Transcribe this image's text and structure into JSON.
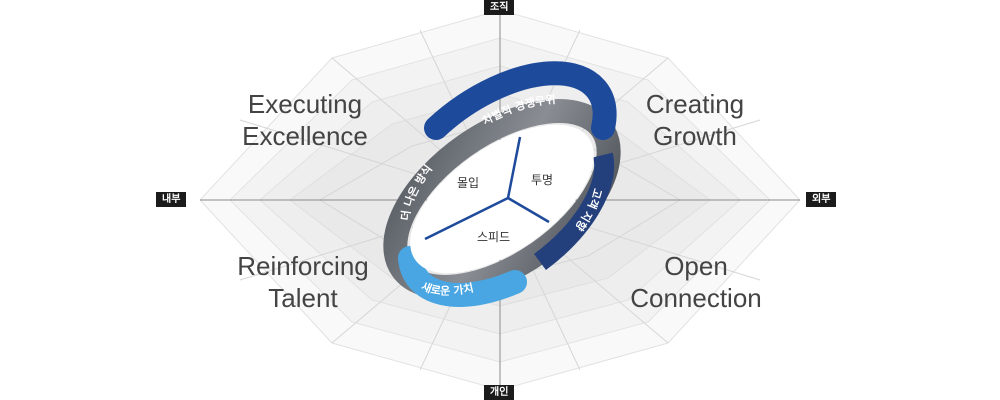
{
  "axes": {
    "top": "조직",
    "bottom": "개인",
    "left": "내부",
    "right": "외부"
  },
  "quadrants": {
    "top_left": [
      "Executing",
      "Excellence"
    ],
    "top_right": [
      "Creating",
      "Growth"
    ],
    "bottom_left": [
      "Reinforcing",
      "Talent"
    ],
    "bottom_right": [
      "Open",
      "Connection"
    ]
  },
  "ring_labels": {
    "top": "차별적 경쟁우위",
    "right": "고객 지향",
    "bottom": "새로운 가치",
    "left": "더 나은 방식"
  },
  "core": {
    "top_left": "몰입",
    "top_right": "투명",
    "bottom": "스피드"
  },
  "colors": {
    "dark_blue": "#1e4a9c",
    "light_blue": "#4aa6e2",
    "ring_gray": "#6b6f75",
    "grid": "#d6d6d6",
    "tag_bg": "#1b1b1b"
  }
}
